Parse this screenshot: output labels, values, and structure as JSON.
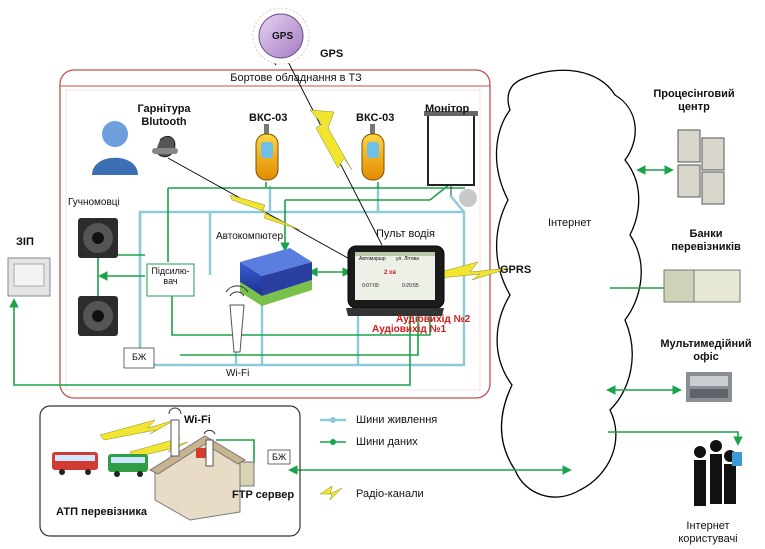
{
  "vehicle_box": {
    "title": "Бортове обладнання в ТЗ"
  },
  "gps": {
    "node_label": "GPS",
    "link_label": "GPS"
  },
  "devices": {
    "headset": "Гарнітура Blutooth",
    "vks1": "ВКС-03",
    "vks2": "ВКС-03",
    "monitor": "Монітор",
    "speakers": "Гучномовці",
    "driver_panel": "Пульт водія",
    "autocomputer": "Автокомпютер",
    "amplifier": "Підсилю-вач",
    "psu": "БЖ",
    "wifi_vehicle": "Wi-Fi",
    "audio_out_2": "Аудіовихід №2",
    "audio_out_1": "Аудіовихід №1"
  },
  "screen": {
    "line1": "Автомаршр",
    "line2": "ул. Літова",
    "line3": "2 хв",
    "line4": "0:07:00",
    "line5": "0:20:55"
  },
  "zip": "ЗІП",
  "internet": "Інтернет",
  "gprs": "GPRS",
  "right_side": {
    "processing": "Процесінговий центр",
    "banks": "Банки перевізників",
    "media_office": "Мультимедійний офіс",
    "users": "Інтернет користувачі"
  },
  "depot": {
    "wifi": "Wi-Fi",
    "ftp": "FTP сервер",
    "psu": "БЖ",
    "title": "АТП перевізника"
  },
  "legend": {
    "power": "Шини живлення",
    "data": "Шини даних",
    "radio": "Радіо-канали"
  },
  "colors": {
    "power_bus": "#8ec9d8",
    "data_bus": "#1aa34a",
    "radio": "#f2e531",
    "vehicle_border": "#c0504d",
    "audio_red": "#d21a1a"
  }
}
